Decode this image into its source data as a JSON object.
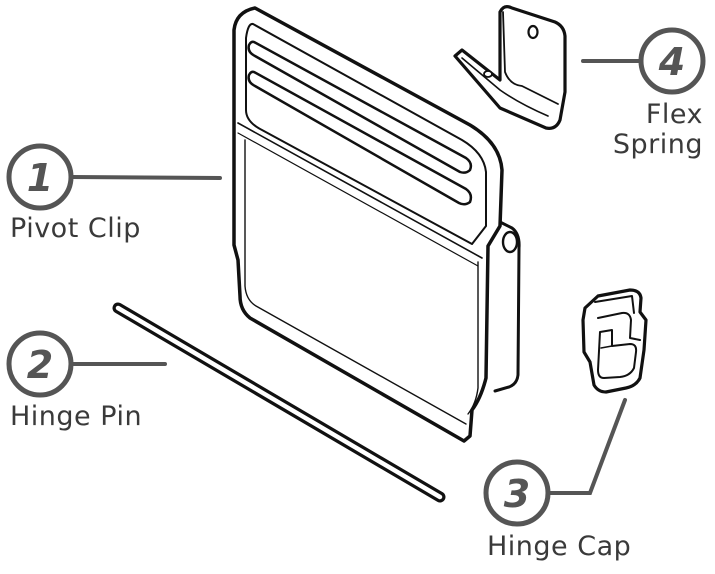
{
  "parts": [
    {
      "number": "1",
      "name": "Pivot Clip"
    },
    {
      "number": "2",
      "name": "Hinge Pin"
    },
    {
      "number": "3",
      "name": "Hinge Cap"
    },
    {
      "number": "4",
      "name_line1": "Flex",
      "name_line2": "Spring"
    }
  ],
  "colors": {
    "callout": "#555555",
    "outline": "#111111",
    "label": "#3a3a3a"
  }
}
